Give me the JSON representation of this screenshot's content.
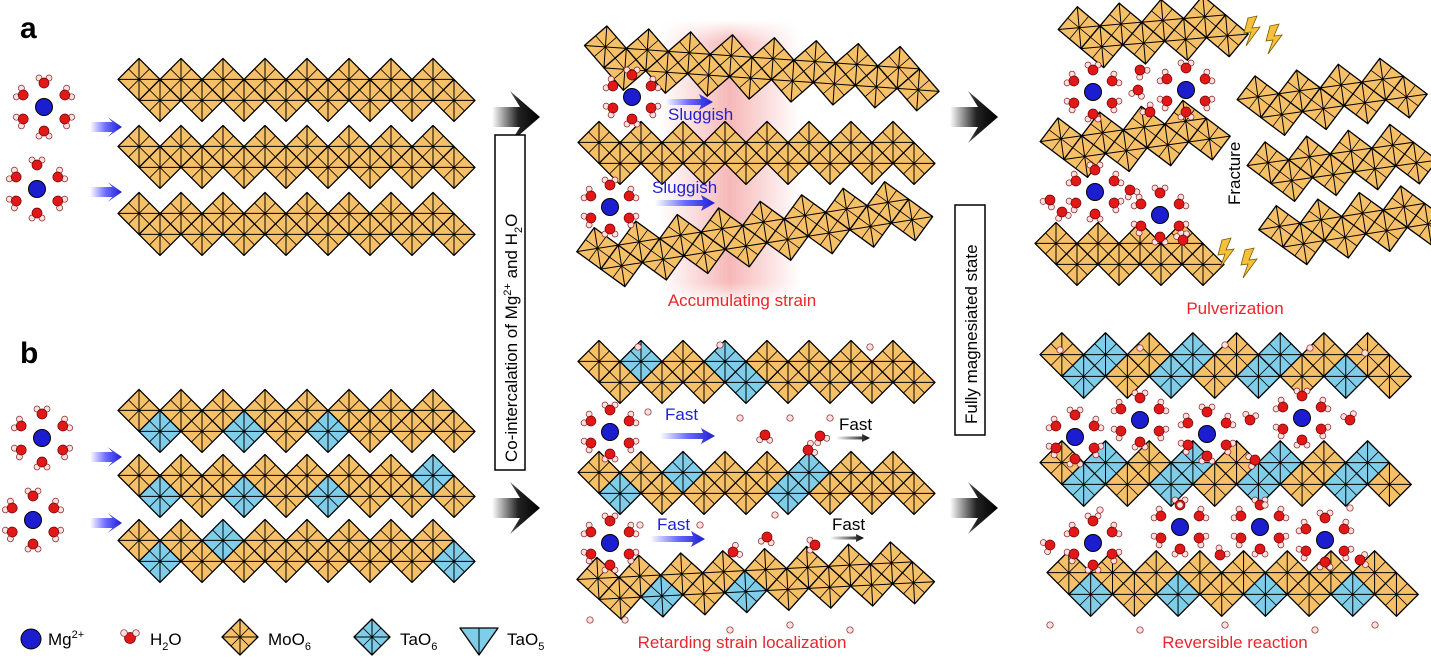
{
  "panels": {
    "a": "a",
    "b": "b"
  },
  "labels": {
    "sluggish_top": "Sluggish",
    "sluggish_bottom": "Sluggish",
    "fast_1": "Fast",
    "fast_2": "Fast",
    "fast_3": "Fast",
    "fast_4": "Fast",
    "fracture": "Fracture",
    "cointercalation_prefix": "Co-intercalation of Mg",
    "cointercalation_sup": "2+",
    "cointercalation_mid": " and H",
    "cointercalation_sub": "2",
    "cointercalation_suffix": "O",
    "fully_magnesiated": "Fully magnesiated state"
  },
  "captions": {
    "accumulating": "Accumulating strain",
    "pulverization": "Pulverization",
    "retarding": "Retarding strain localization",
    "reversible": "Reversible reaction"
  },
  "legend": [
    {
      "name": "Mg",
      "sup": "2+",
      "sub": "",
      "tail": ""
    },
    {
      "name": "H",
      "sup": "",
      "sub": "2",
      "tail": "O"
    },
    {
      "name": "MoO",
      "sup": "",
      "sub": "6",
      "tail": ""
    },
    {
      "name": "TaO",
      "sup": "",
      "sub": "6",
      "tail": ""
    },
    {
      "name": "TaO",
      "sup": "",
      "sub": "5",
      "tail": ""
    }
  ],
  "colors": {
    "moo6": "#f6c068",
    "tao6": "#7fcde8",
    "mg": "#1d1dd0",
    "oxygen": "#e01818",
    "hydrogen": "#ffe0e0",
    "strain_glow": "#f4a0a0",
    "caption_red": "#e8262d",
    "label_blue": "#1f1fd6",
    "lightning": "#f5c13a"
  }
}
